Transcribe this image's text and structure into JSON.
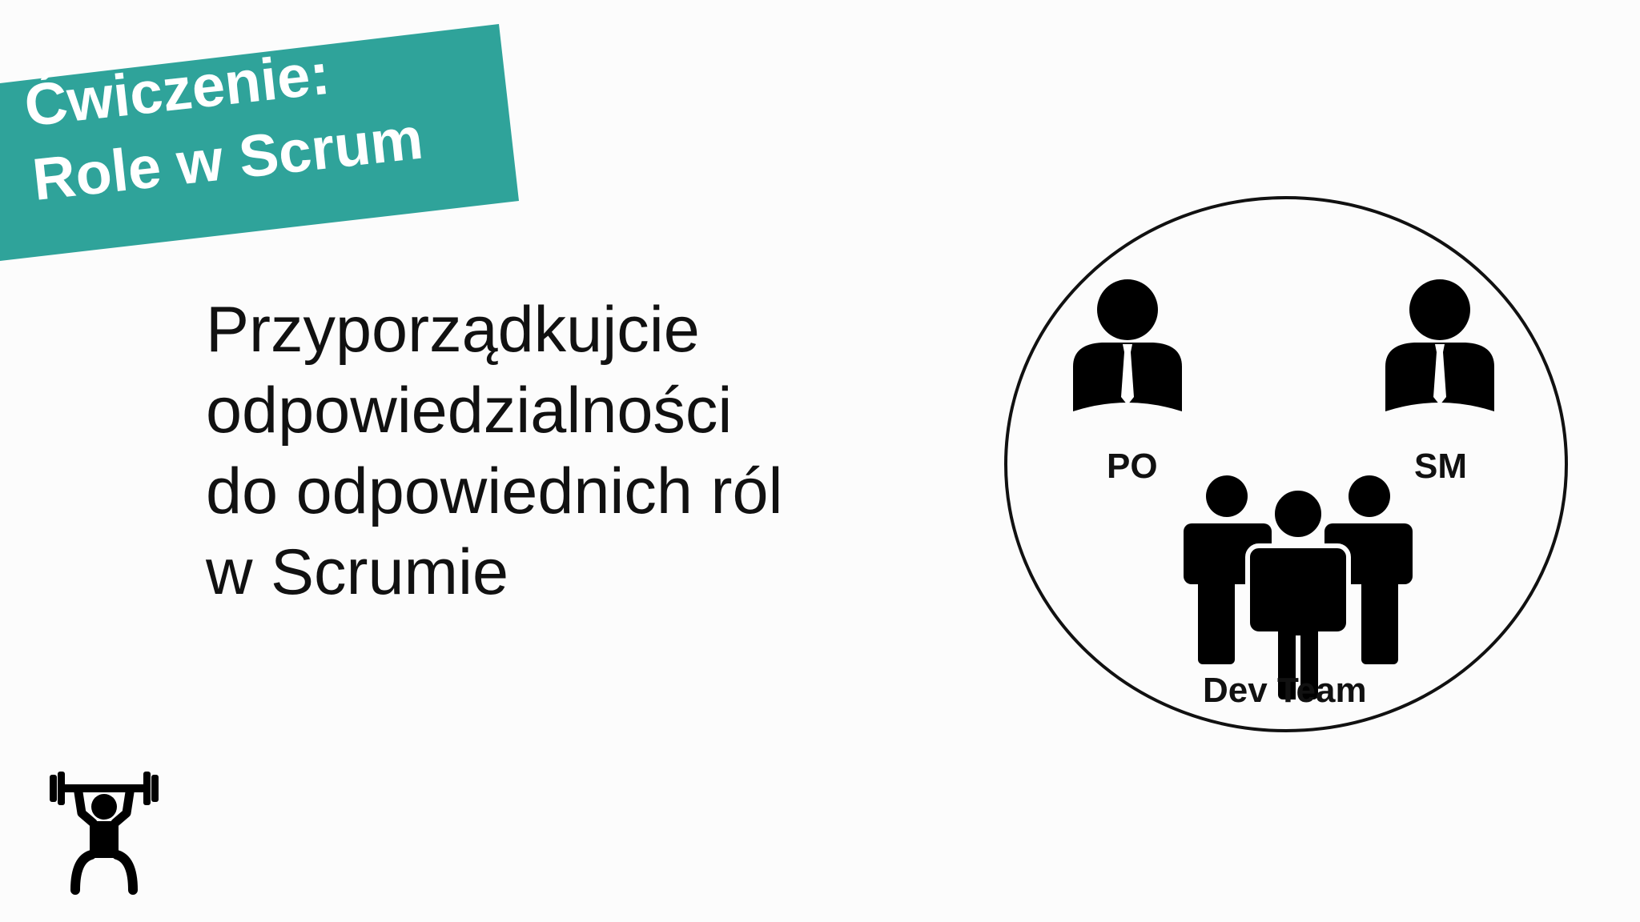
{
  "banner": {
    "title_line1": "Ćwiczenie:",
    "title_line2": "Role w Scrum",
    "color": "#2fa39a"
  },
  "instructions": {
    "lines": [
      "Przyporządkujcie",
      "odpowiedzialności",
      "do odpowiednich ról",
      "w Scrumie"
    ]
  },
  "roles": {
    "po_label": "PO",
    "sm_label": "SM",
    "dev_team_label": "Dev Team"
  },
  "icons": {
    "person_with_tie": "person-with-tie-icon",
    "team": "team-icon",
    "exercise": "weightlifter-icon"
  }
}
